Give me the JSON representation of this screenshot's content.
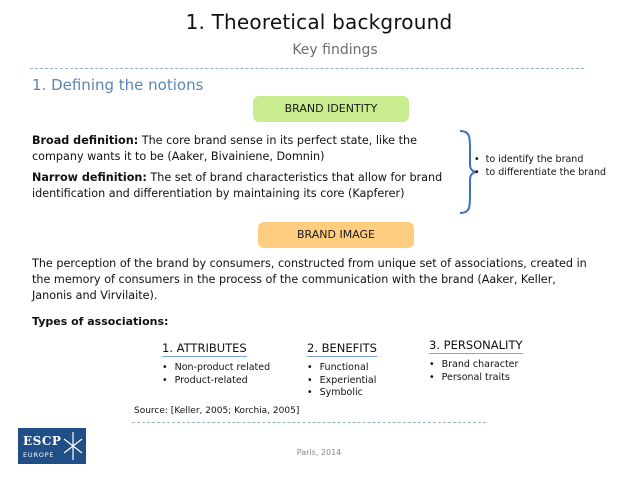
{
  "header": {
    "title": "1. Theoretical background",
    "subtitle": "Key findings"
  },
  "section": {
    "title": "1. Defining the notions"
  },
  "brand_identity": {
    "label": "BRAND IDENTITY",
    "broad": {
      "term": "Broad definition:",
      "text": " The core brand sense in its perfect state, like the company wants it to be (Aaker, Bivainiene, Domnin)"
    },
    "narrow": {
      "term": "Narrow definition:",
      "text": " The set of brand characteristics that allow for brand identification and differentiation by maintaining its core (Kapferer)"
    },
    "purposes": [
      "to identify the brand",
      "to differentiate the brand"
    ]
  },
  "brand_image": {
    "label": "BRAND IMAGE",
    "text": "The perception of the brand by consumers, constructed from unique set of associations, created in the memory of consumers in the process of the communication with the brand (Aaker, Keller, Janonis and Virvilaite)."
  },
  "associations": {
    "title": "Types of associations:",
    "columns": [
      {
        "heading": "1. ATTRIBUTES",
        "items": [
          "Non-product related",
          "Product-related"
        ]
      },
      {
        "heading": "2. BENEFITS",
        "items": [
          "Functional",
          "Experiential",
          "Symbolic"
        ]
      },
      {
        "heading": "3. PERSONALITY",
        "items": [
          "Brand character",
          "Personal traits"
        ]
      }
    ]
  },
  "source": "Source: [Keller, 2005; Korchia, 2005]",
  "footer": {
    "text": "Paris, 2014"
  },
  "logo": {
    "line1": "ESCP",
    "line2": "EUROPE"
  },
  "colors": {
    "identity_pill": "#c9ec8e",
    "image_pill": "#ffcd80",
    "accent_blue": "#5a86b6",
    "brace": "#3d6fc4",
    "logo_bg": "#1f4f86"
  }
}
